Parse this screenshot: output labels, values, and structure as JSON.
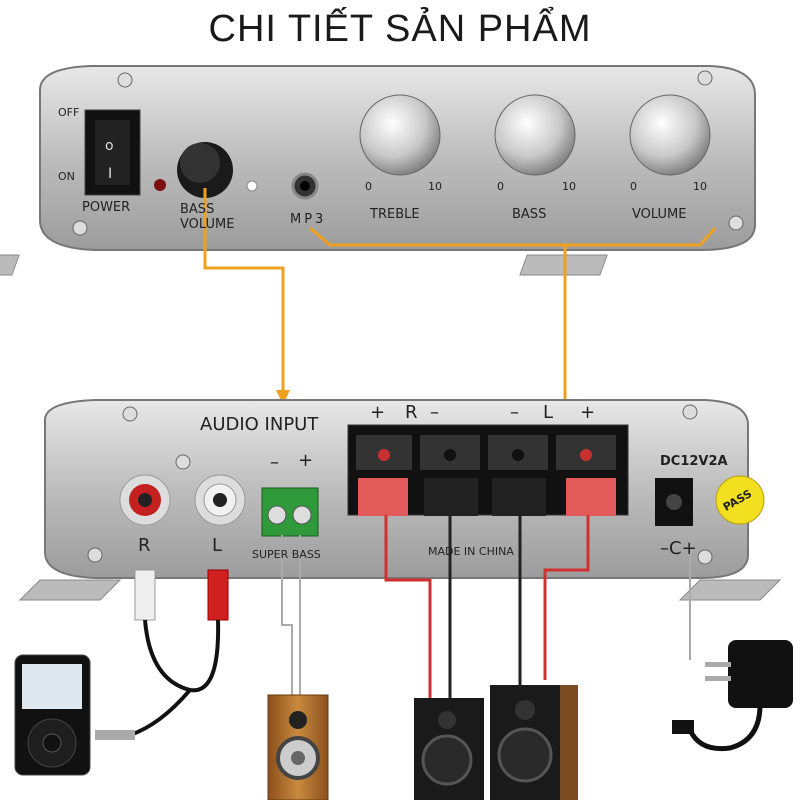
{
  "title": "CHI TIẾT SẢN PHẨM",
  "front": {
    "off": "OFF",
    "on": "ON",
    "power": "POWER",
    "bass_volume": "BASS\nVOLUME",
    "mp3": "MP3",
    "treble": "TREBLE",
    "bass": "BASS",
    "volume": "VOLUME",
    "scale_min": "0",
    "scale_max": "10"
  },
  "back": {
    "audio_input": "AUDIO INPUT",
    "r": "R",
    "l": "L",
    "minus": "–",
    "plus": "+",
    "super_bass": "SUPER BASS",
    "r_top": "R",
    "l_top": "L",
    "made_in_china": "MADE IN CHINA",
    "dc": "DC12V2A",
    "pass": "PASS",
    "dc_symbol": "–C+"
  },
  "colors": {
    "panel": "#c9c9c9",
    "wire_orange": "#f0a020",
    "speaker_wood": "#b8722c"
  }
}
